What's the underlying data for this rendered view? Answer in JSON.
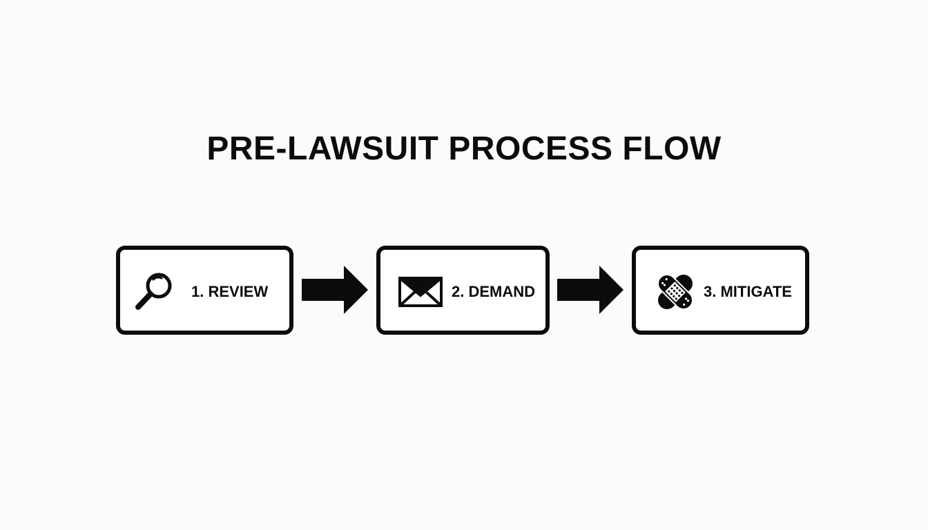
{
  "diagram": {
    "title": "PRE-LAWSUIT PROCESS FLOW",
    "steps": [
      {
        "label": "1. REVIEW",
        "icon": "magnifying-glass-icon"
      },
      {
        "label": "2. DEMAND",
        "icon": "envelope-icon"
      },
      {
        "label": "3. MITIGATE",
        "icon": "bandage-icon"
      }
    ],
    "colors": {
      "ink": "#0c0c0c",
      "background": "#fbfbfb",
      "box_fill": "#ffffff"
    }
  }
}
